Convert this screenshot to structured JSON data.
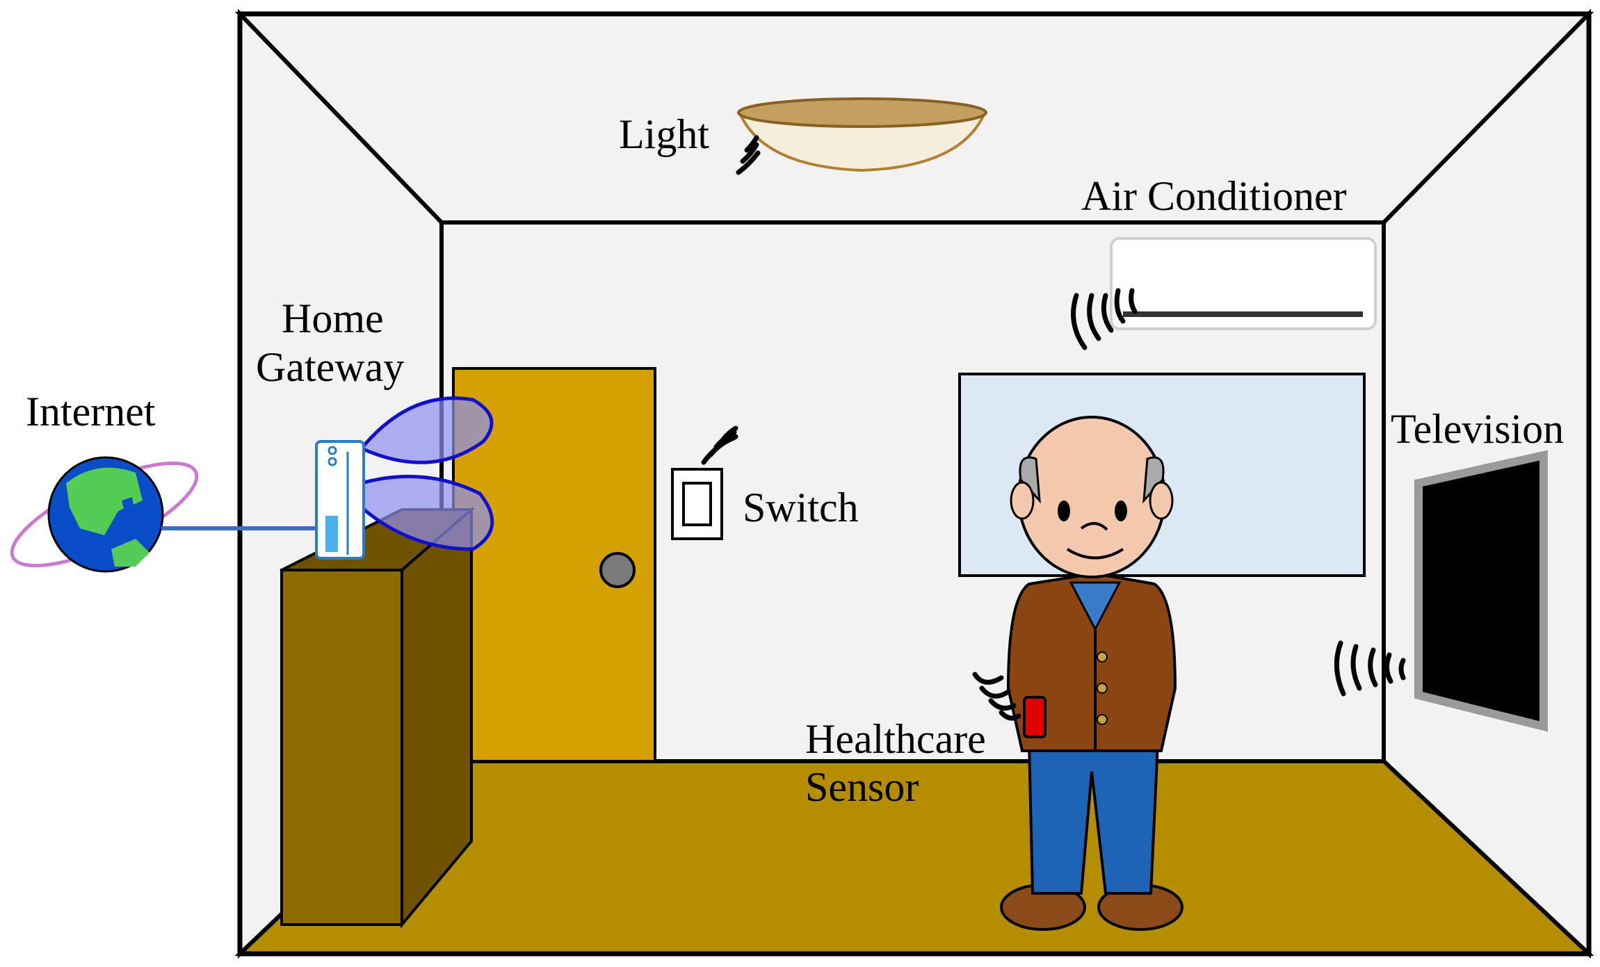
{
  "labels": {
    "internet": "Internet",
    "home_gateway_line1": "Home",
    "home_gateway_line2": "Gateway",
    "light": "Light",
    "air_conditioner": "Air Conditioner",
    "switch": "Switch",
    "television": "Television",
    "healthcare_sensor_line1": "Healthcare",
    "healthcare_sensor_line2": "Sensor"
  },
  "colors": {
    "floor": "#B58D00",
    "wall": "#F2F2F2",
    "door": "#D4A100",
    "cabinet_front": "#8F6B00",
    "cabinet_side": "#6E5200",
    "window": "#DDE8F5",
    "tv_screen": "#000000",
    "sensor": "#E00000",
    "cable": "#3D6EC7",
    "signal_lobe": "#8F8FF0",
    "globe_ocean": "#0A4DC9",
    "globe_land": "#55CC55",
    "orbit": "#C97ACF"
  }
}
